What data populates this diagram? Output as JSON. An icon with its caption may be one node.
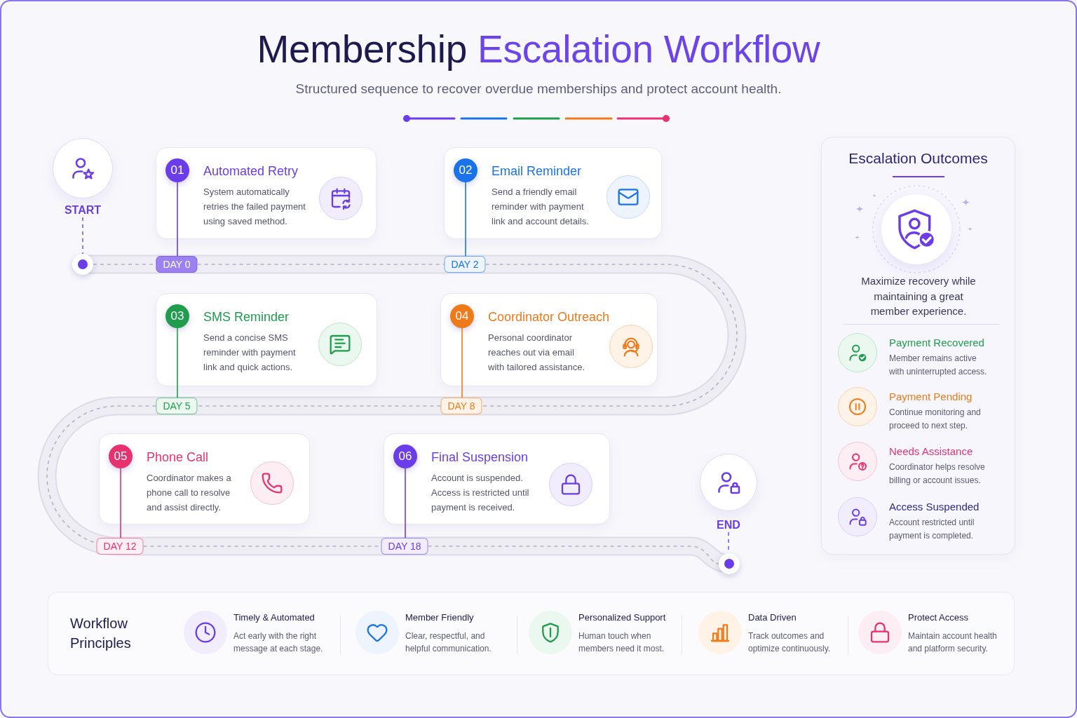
{
  "diagram": {
    "title": "Membership Escalation Workflow",
    "nodes": [
      {
        "text": [
          "START"
        ]
      },
      {
        "text": [
          "Automated Retry",
          "System automatically retries the failed payment using saved method."
        ]
      },
      {
        "text": [
          "01"
        ],
        "in": 1
      },
      {
        "text": [
          "Email Reminder",
          "Send a friendly email reminder with payment link and account details."
        ]
      },
      {
        "text": [
          "02"
        ],
        "in": 3
      },
      {
        "text": [
          "Escalation Outcomes",
          "Maximize recovery while maintaining a great member experience."
        ]
      },
      {
        "text": [],
        "shape": "circle"
      },
      {
        "text": [
          "DAY 0"
        ]
      },
      {
        "text": [
          "DAY 2"
        ]
      },
      {
        "text": [
          "SMS Reminder",
          "Send a concise SMS reminder with payment link and quick actions."
        ]
      },
      {
        "text": [
          "03"
        ],
        "in": 9
      },
      {
        "text": [
          "Coordinator Outreach",
          "Personal coordinator reaches out via email with tailored assistance."
        ]
      },
      {
        "text": [
          "04"
        ],
        "in": 11
      },
      {
        "text": [
          "DAY 5"
        ]
      },
      {
        "text": [
          "DAY 8"
        ]
      },
      {
        "text": [
          "Phone Call",
          "Coordinator makes a phone call to resolve and assist directly."
        ]
      },
      {
        "text": [
          "05"
        ],
        "in": 15
      },
      {
        "text": [
          "Final Suspension",
          "Account is suspended. Access is restricted until payment is received."
        ]
      },
      {
        "text": [
          "06"
        ],
        "in": 17
      },
      {
        "text": [
          "END"
        ]
      },
      {
        "text": [
          "DAY 12"
        ]
      },
      {
        "text": [
          "DAY 18"
        ]
      },
      {
        "text": [],
        "shape": "circle"
      },
      {
        "text": [
          "Workflow Principles"
        ]
      }
    ],
    "edges": [
      {
        "from": 0,
        "to": 6,
        "arrow": "none",
        "style": "dashed",
        "color": "#7c5cf0"
      },
      {
        "from": 2,
        "to": 7,
        "arrow": "none",
        "color": "#6a3de8"
      },
      {
        "from": 4,
        "to": 8,
        "arrow": "none",
        "color": "#1a73e8"
      },
      {
        "from": 10,
        "to": 13,
        "arrow": "none",
        "color": "#1f9d4c"
      },
      {
        "from": 12,
        "to": 14,
        "arrow": "none",
        "color": "#ef7a1a"
      },
      {
        "from": 16,
        "to": 20,
        "arrow": "none",
        "color": "#e6336f"
      },
      {
        "from": 18,
        "to": 21,
        "arrow": "none",
        "color": "#6a3de8"
      },
      {
        "from": 6,
        "to": 7,
        "arrow": "none",
        "style": "dashed"
      },
      {
        "from": 7,
        "to": 8,
        "arrow": "none",
        "style": "dashed"
      },
      {
        "from": 8,
        "to": 14,
        "arrow": "none",
        "style": "dashed"
      },
      {
        "from": 14,
        "to": 13,
        "arrow": "none",
        "style": "dashed"
      },
      {
        "from": 13,
        "to": 20,
        "arrow": "none",
        "style": "dashed"
      },
      {
        "from": 20,
        "to": 21,
        "arrow": "none",
        "style": "dashed"
      },
      {
        "from": 21,
        "to": 22,
        "arrow": "none",
        "style": "dashed"
      },
      {
        "from": 19,
        "to": 22,
        "arrow": "none",
        "style": "dashed",
        "color": "#7c5cf0"
      }
    ],
    "labels": [
      "Structured sequence to recover overdue memberships and protect account health.",
      "Payment Recovered",
      "Member remains active with uninterrupted access.",
      "Payment Pending",
      "Continue monitoring and proceed to next step.",
      "Needs Assistance",
      "Coordinator helps resolve billing or account issues.",
      "Access Suspended",
      "Account restricted until payment is completed.",
      "Timely & Automated",
      "Act early with the right message at each stage.",
      "Member Friendly",
      "Clear, respectful, and helpful communication.",
      "Personalized Support",
      "Human touch when members need it most.",
      "Data Driven",
      "Track outcomes and optimize continuously.",
      "Protect Access",
      "Maintain account health and platform security."
    ]
  }
}
